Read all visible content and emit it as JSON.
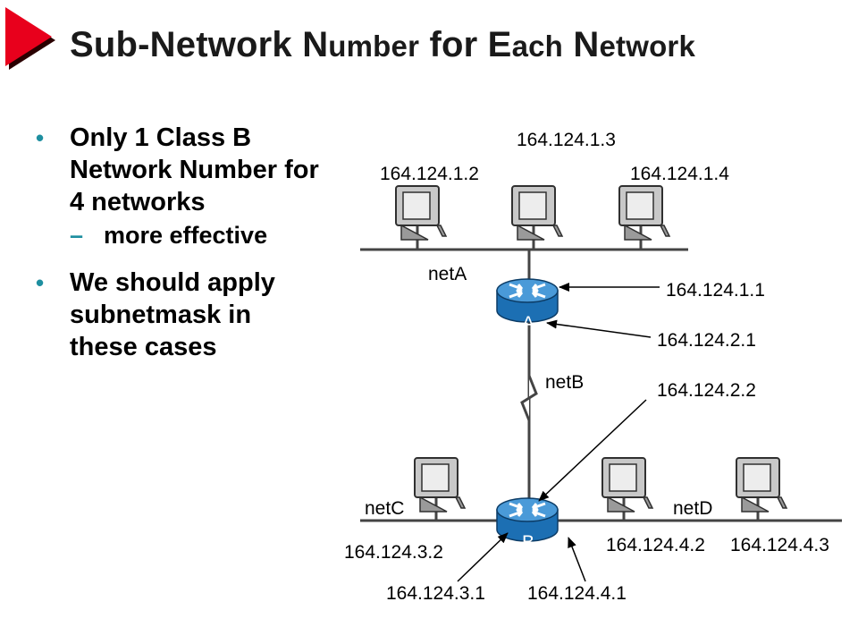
{
  "slide": {
    "title_parts": [
      "Sub-Network N",
      "umber",
      " for E",
      "ach",
      " N",
      "etwork"
    ],
    "bullets": [
      {
        "text": "Only 1 Class B Network Number for 4 networks",
        "sub": [
          "more effective"
        ]
      },
      {
        "text": "We should apply subnetmask in these cases",
        "sub": []
      }
    ]
  },
  "diagram": {
    "networks": {
      "netA": "netA",
      "netB": "netB",
      "netC": "netC",
      "netD": "netD"
    },
    "routers": {
      "A": "A",
      "B": "B"
    },
    "addresses": {
      "host_a2": "164.124.1.2",
      "host_a3": "164.124.1.3",
      "host_a4": "164.124.1.4",
      "router_a_neta": "164.124.1.1",
      "router_a_netb": "164.124.2.1",
      "router_b_netb": "164.124.2.2",
      "host_c2": "164.124.3.2",
      "router_b_netc": "164.124.3.1",
      "router_b_netd": "164.124.4.1",
      "host_d2": "164.124.4.2",
      "host_d3": "164.124.4.3"
    },
    "colors": {
      "router": "#1c6fb3",
      "router_top": "#4a9ad8",
      "marker": "#e8001c",
      "bullet": "#1e8fa0"
    }
  }
}
